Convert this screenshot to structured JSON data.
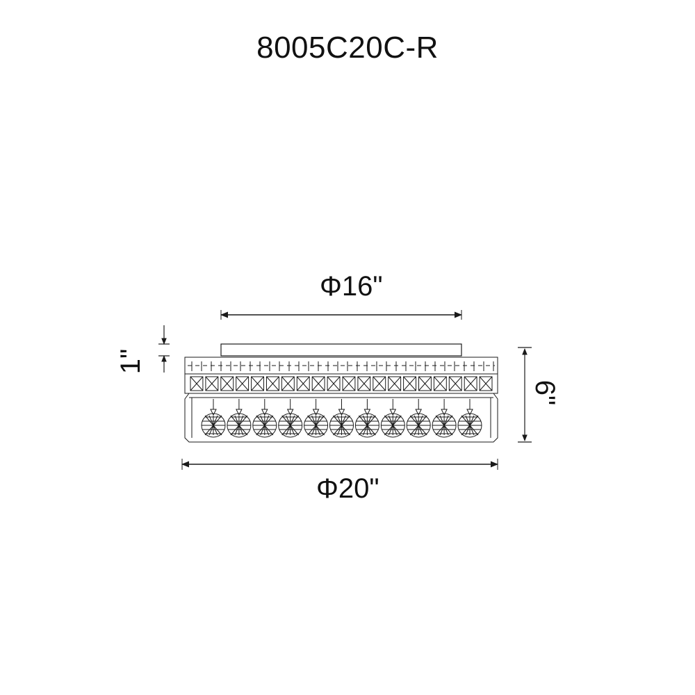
{
  "drawing": {
    "model": "8005C20C-R",
    "dimensions": {
      "top_diameter": "Φ16\"",
      "bottom_diameter": "Φ20\"",
      "canopy_height": "1\"",
      "overall_height": "6\""
    },
    "crystal_ball_count": 11,
    "line_color": "#1a1a1a"
  }
}
